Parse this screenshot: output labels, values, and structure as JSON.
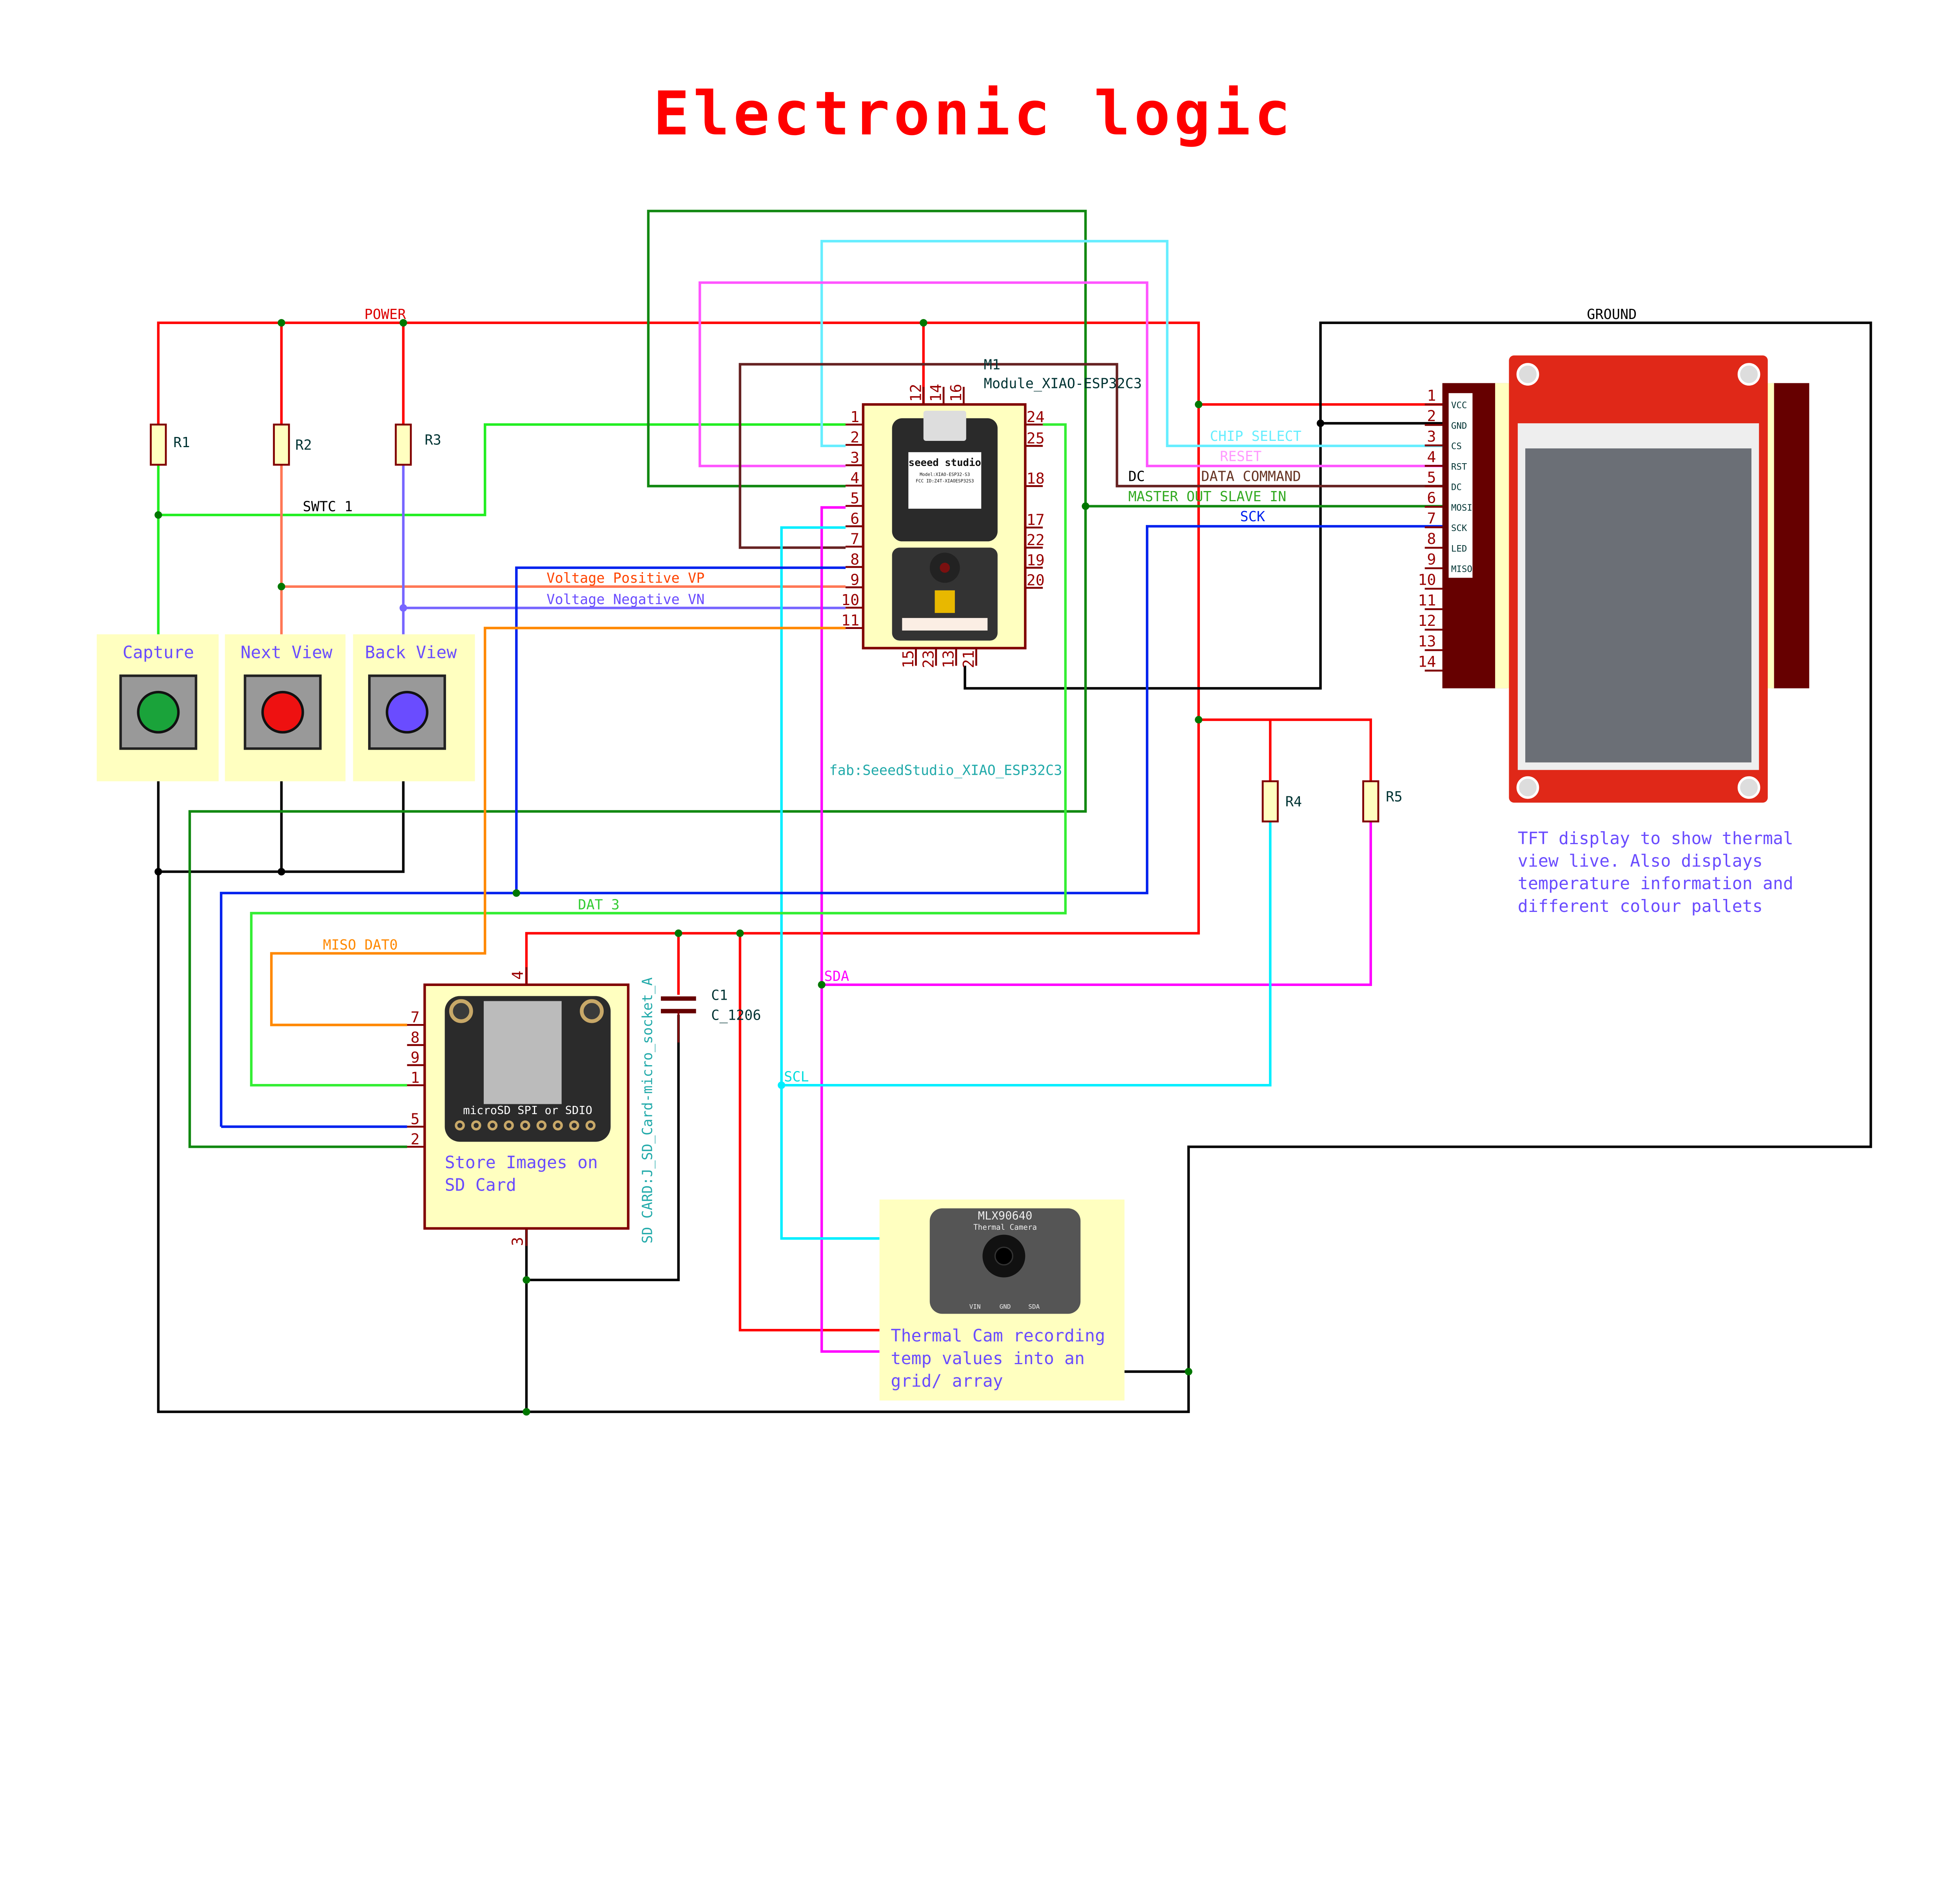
{
  "title": "Electronic logic",
  "colors": {
    "title": "#ff0000",
    "power": "#ff0000",
    "ground": "#000000",
    "box_fill": "#ffffc0",
    "box_border": "#800000",
    "note": "#6a4cff",
    "junction": "#007700"
  },
  "nets": {
    "power": "POWER",
    "ground": "GROUND",
    "swtc1": "SWTC 1",
    "vp": "Voltage Positive VP",
    "vn": "Voltage Negative VN",
    "dat3": "DAT 3",
    "miso_dat0": "MISO DAT0",
    "sda": "SDA",
    "scl": "SCL",
    "chip_select": "CHIP SELECT",
    "reset": "RESET",
    "dc": "DC",
    "data_command": "DATA COMMAND",
    "mosi": "MASTER OUT SLAVE IN",
    "sck": "SCK"
  },
  "resistors": [
    "R1",
    "R2",
    "R3",
    "R4",
    "R5"
  ],
  "buttons": [
    {
      "label": "Capture",
      "color": "#1aa33a"
    },
    {
      "label": "Next View",
      "color": "#ee1111"
    },
    {
      "label": "Back View",
      "color": "#6a4cff"
    }
  ],
  "module": {
    "ref": "M1",
    "value": "Module_XIAO-ESP32C3",
    "footprint": "fab:SeeedStudio_XIAO_ESP32C3",
    "board_brand": "seeed studio",
    "board_model": "Model:XIAO-ESP32-S3",
    "board_fcc": "FCC ID:Z4T-XIAOESP32S3",
    "left_pins": [
      "1",
      "2",
      "3",
      "4",
      "5",
      "6",
      "7",
      "8",
      "9",
      "10",
      "11"
    ],
    "right_pins": [
      "24",
      "25",
      "18",
      "17",
      "22",
      "19",
      "20"
    ],
    "top_pins": [
      "12",
      "14",
      "16"
    ],
    "bottom_pins": [
      "15",
      "23",
      "13",
      "21"
    ]
  },
  "sd_card": {
    "footprint": "SD CARD:J_SD_Card-micro_socket_A",
    "board_text": "microSD SPI or SDIO",
    "left_pins": [
      "7",
      "8",
      "9",
      "1",
      "5",
      "2"
    ],
    "top_pin": "4",
    "bottom_pin": "3",
    "note_line1": "Store Images on",
    "note_line2": "SD Card"
  },
  "capacitor": {
    "ref": "C1",
    "value": "C_1206"
  },
  "thermal_cam": {
    "board_title": "MLX90640",
    "board_subtitle": "Thermal Camera",
    "pins": [
      "VIN",
      "GND",
      "SDA"
    ],
    "note_lines": [
      "Thermal Cam recording",
      "temp values into an",
      "grid/ array"
    ]
  },
  "tft": {
    "pin_numbers": [
      "1",
      "2",
      "3",
      "4",
      "5",
      "6",
      "7",
      "8",
      "9",
      "10",
      "11",
      "12",
      "13",
      "14"
    ],
    "pin_names": [
      "VCC",
      "GND",
      "CS",
      "RST",
      "DC",
      "MOSI",
      "SCK",
      "LED",
      "MISO"
    ],
    "note_lines": [
      "TFT display to show thermal",
      "view live. Also displays",
      "temperature information and",
      "different colour pallets"
    ]
  }
}
